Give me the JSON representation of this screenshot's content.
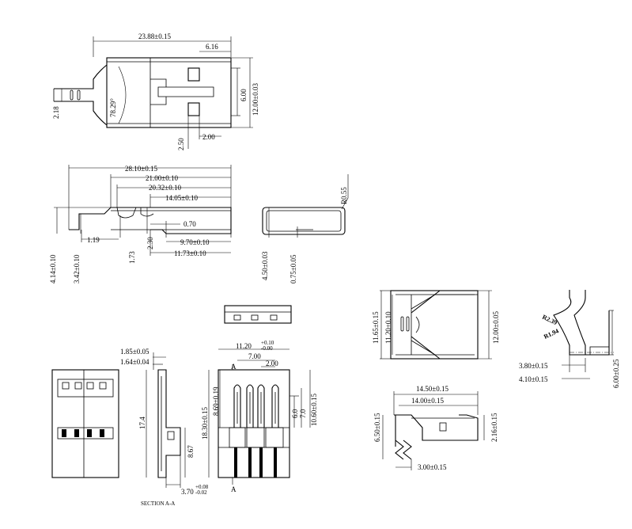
{
  "title": "",
  "top_view": {
    "overall_length": "23.88±0.15",
    "window_width": "6.16",
    "window_height": "6.00",
    "body_height": "12.00±0.03",
    "tail_width": "2.18",
    "angle": "78.29°",
    "slot_height": "2.50",
    "slot_width": "2.00"
  },
  "side_view": {
    "length_total": "28.10±0.15",
    "length_21": "21.00±0.10",
    "length_2032": "20.32±0.10",
    "length_1405": "14.05±0.10",
    "gap_070": "0.70",
    "len_970": "9.70±0.10",
    "len_1173": "11.73±0.10",
    "h_414": "4.14±0.10",
    "h_342": "3.42±0.10",
    "w_119": "1.19",
    "h_173": "1.73",
    "h_230": "2.30"
  },
  "end_view": {
    "radius": "R0.55",
    "height": "4.50±0.03",
    "lip": "0.75±0.05"
  },
  "front_view": {
    "dim_185": "1.85±0.05",
    "dim_164": "1.64±0.04",
    "height_174": "17.4",
    "dim_867": "8.67",
    "dim_370": "3.70",
    "tol_370_up": "+0.08",
    "tol_370_dn": "-0.02",
    "section_label": "SECTION A-A"
  },
  "pin_view": {
    "width_1120": "11.20",
    "tol_1120_up": "+0.10",
    "tol_1120_dn": "-0.00",
    "pitch_700": "7.00",
    "pitch_200": "2.00",
    "h_1830": "18.30±0.15",
    "h_869": "8.69±0.19",
    "h_60": "6.0",
    "h_70": "7.0",
    "h_1060": "10.60±0.15",
    "marker_a": "A"
  },
  "shell_view": {
    "h_1165": "11.65±0.15",
    "h_1120": "11.20±0.10",
    "h_1200": "12.00±0.05"
  },
  "shell_side": {
    "h_650": "6.50±0.15",
    "len_1450": "14.50±0.15",
    "len_1400": "14.00±0.15",
    "h_216": "2.16±0.15",
    "len_300": "3.00±0.15"
  },
  "clip_view": {
    "r_239": "R2.39",
    "r_194": "R1.94",
    "w_380": "3.80±0.15",
    "w_410": "4.10±0.15",
    "h_600": "6.00±0.25"
  }
}
